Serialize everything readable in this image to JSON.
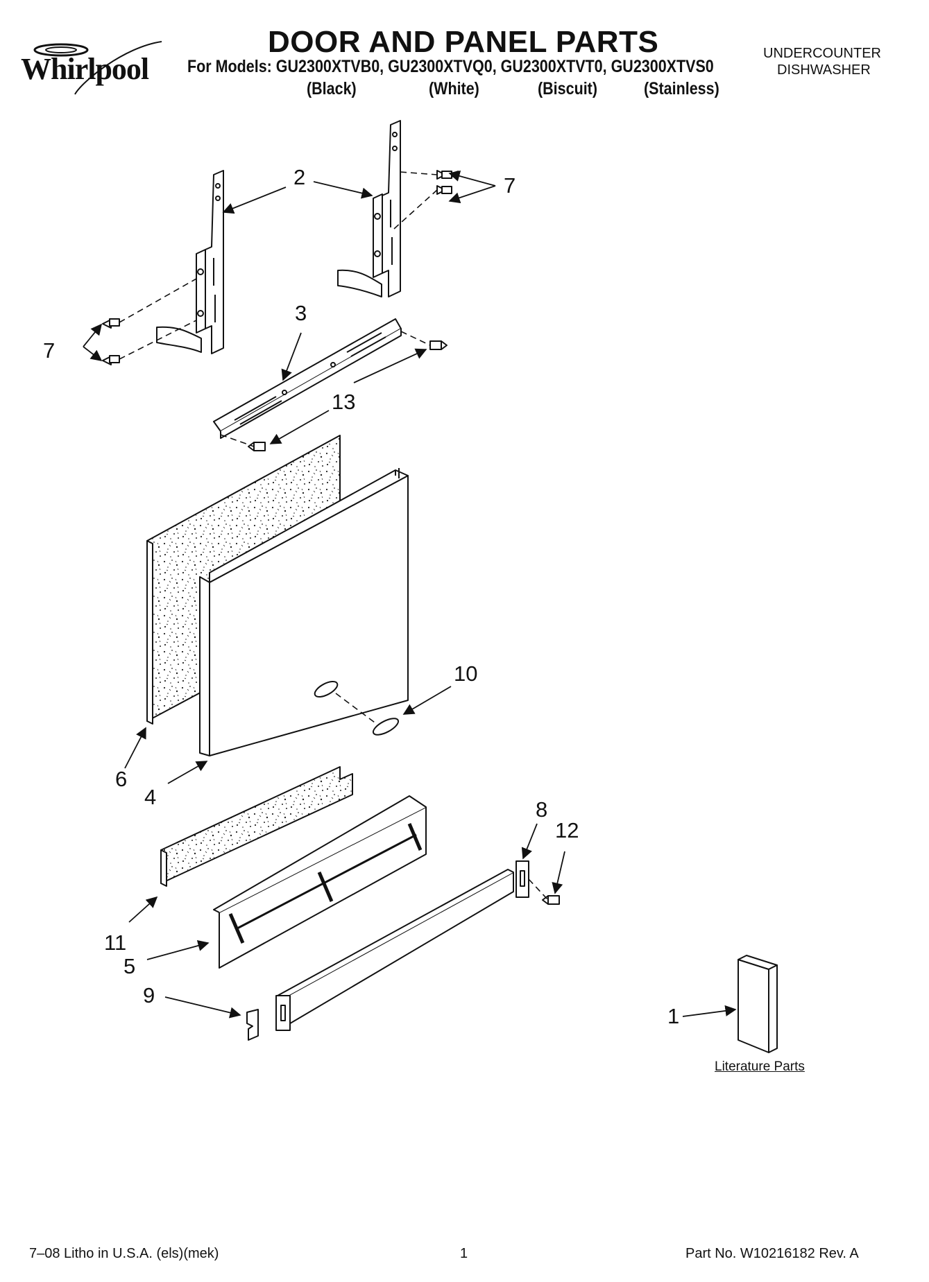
{
  "header": {
    "brand": "Whirlpool",
    "title": "DOOR AND PANEL PARTS",
    "models_line": "For Models: GU2300XTVB0, GU2300XTVQ0, GU2300XTVT0, GU2300XTVS0",
    "colors": [
      "(Black)",
      "(White)",
      "(Biscuit)",
      "(Stainless)"
    ],
    "appliance_line1": "UNDERCOUNTER",
    "appliance_line2": "DISHWASHER"
  },
  "callouts": {
    "c1": "1",
    "c2": "2",
    "c3": "3",
    "c4": "4",
    "c5": "5",
    "c6": "6",
    "c7a": "7",
    "c7b": "7",
    "c8": "8",
    "c9": "9",
    "c10": "10",
    "c11": "11",
    "c12": "12",
    "c13": "13"
  },
  "literature_label": "Literature Parts",
  "footer": {
    "left": "7–08 Litho in U.S.A. (els)(mek)",
    "page": "1",
    "right": "Part No. W10216182 Rev. A"
  }
}
